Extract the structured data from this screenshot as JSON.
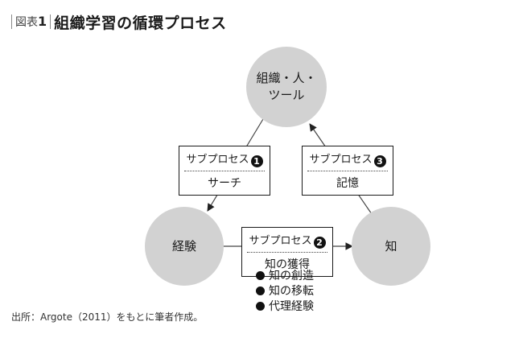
{
  "figure": {
    "label_prefix": "図表",
    "label_number": "1",
    "title": "組織学習の循環プロセス"
  },
  "nodes": {
    "top": {
      "line1": "組織・人・",
      "line2": "ツール"
    },
    "left": {
      "label": "経験"
    },
    "right": {
      "label": "知"
    }
  },
  "subprocesses": [
    {
      "label": "サブプロセス",
      "number": "1",
      "name": "サーチ"
    },
    {
      "label": "サブプロセス",
      "number": "2",
      "name": "知の獲得"
    },
    {
      "label": "サブプロセス",
      "number": "3",
      "name": "記憶"
    }
  ],
  "bullets": [
    "知の創造",
    "知の移転",
    "代理経験"
  ],
  "source": "出所：Argote（2011）をもとに筆者作成。"
}
